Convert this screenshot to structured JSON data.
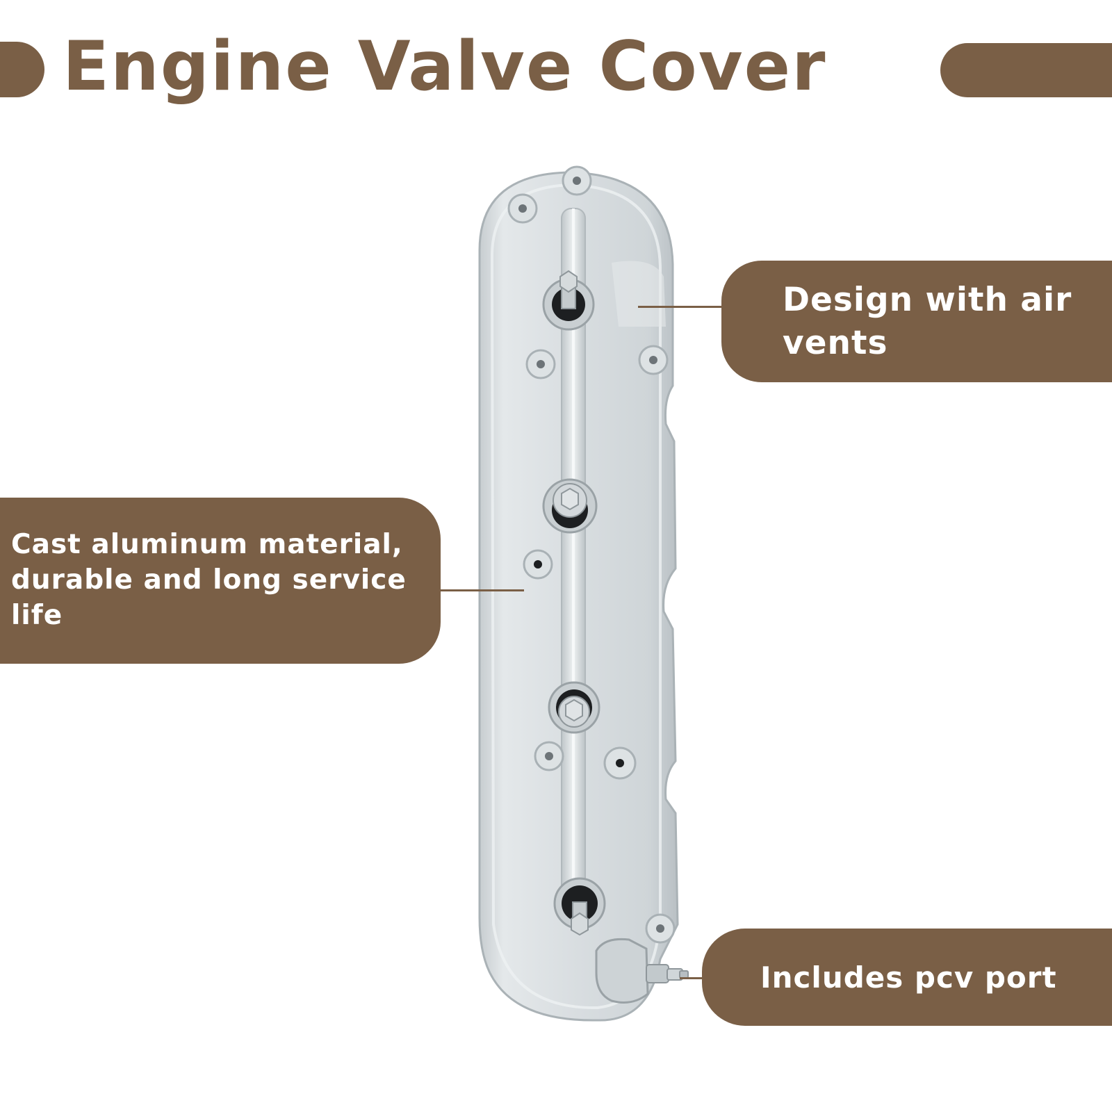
{
  "header": {
    "title": "Engine Valve Cover"
  },
  "callouts": {
    "air_vents": "Design with air vents",
    "aluminum": "Cast aluminum material, durable and long service life",
    "pcv_port": "Includes pcv port"
  },
  "colors": {
    "accent": "#7a5f46",
    "text_light": "#ffffff",
    "metal": "#d9dfe2"
  },
  "icons": {
    "product": "valve-cover-image"
  }
}
